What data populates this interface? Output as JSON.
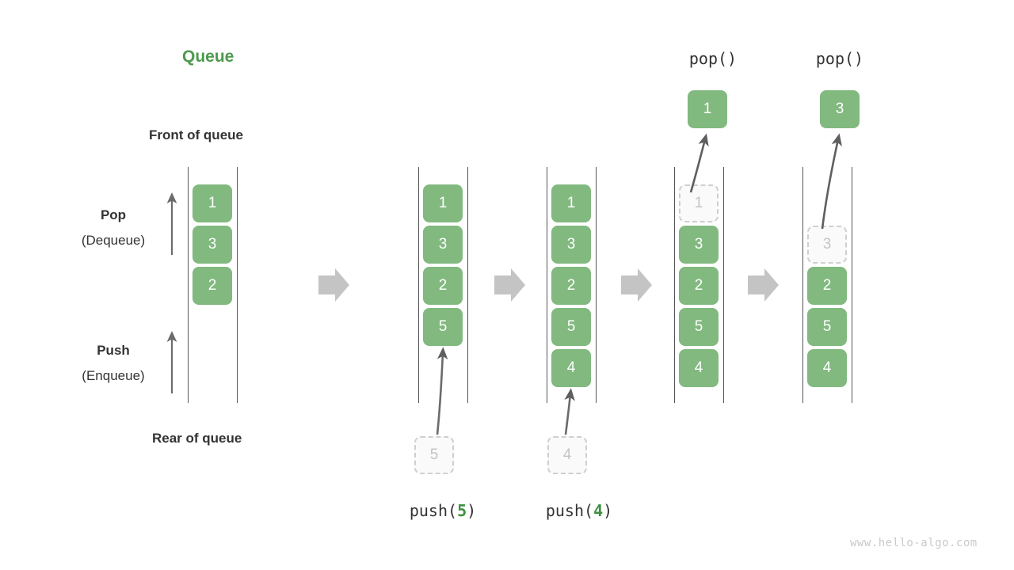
{
  "title": "Queue",
  "accent_color": "#4c9a4c",
  "element_color": "#81b97f",
  "ghost_color": "#c4c4c4",
  "arrow_color": "#c4c4c4",
  "labels": {
    "front_of_queue": "Front of queue",
    "rear_of_queue": "Rear of queue",
    "pop": "Pop",
    "pop_alt": "(Dequeue)",
    "push": "Push",
    "push_alt": "(Enqueue)"
  },
  "watermark": "www.hello-algo.com",
  "stages": [
    {
      "name": "initial",
      "op_prefix": "",
      "op_arg": "",
      "op_suffix": "",
      "header": "",
      "elements": [
        "1",
        "3",
        "2"
      ],
      "ghost_index": -1,
      "incoming": null,
      "popped": null
    },
    {
      "name": "after-push-5",
      "op_prefix": "push(",
      "op_arg": "5",
      "op_suffix": ")",
      "header": "",
      "elements": [
        "1",
        "3",
        "2",
        "5"
      ],
      "ghost_index": -1,
      "incoming": "5",
      "popped": null
    },
    {
      "name": "after-push-4",
      "op_prefix": "push(",
      "op_arg": "4",
      "op_suffix": ")",
      "header": "",
      "elements": [
        "1",
        "3",
        "2",
        "5",
        "4"
      ],
      "ghost_index": -1,
      "incoming": "4",
      "popped": null
    },
    {
      "name": "after-pop-1",
      "op_prefix": "",
      "op_arg": "",
      "op_suffix": "",
      "header": "pop()",
      "elements": [
        "1",
        "3",
        "2",
        "5",
        "4"
      ],
      "ghost_index": 0,
      "incoming": null,
      "popped": "1"
    },
    {
      "name": "after-pop-3",
      "op_prefix": "",
      "op_arg": "",
      "op_suffix": "",
      "header": "pop()",
      "elements": [
        "3",
        "2",
        "5",
        "4"
      ],
      "ghost_index": 0,
      "incoming": null,
      "popped": "3"
    }
  ],
  "transition_arrows": 4
}
